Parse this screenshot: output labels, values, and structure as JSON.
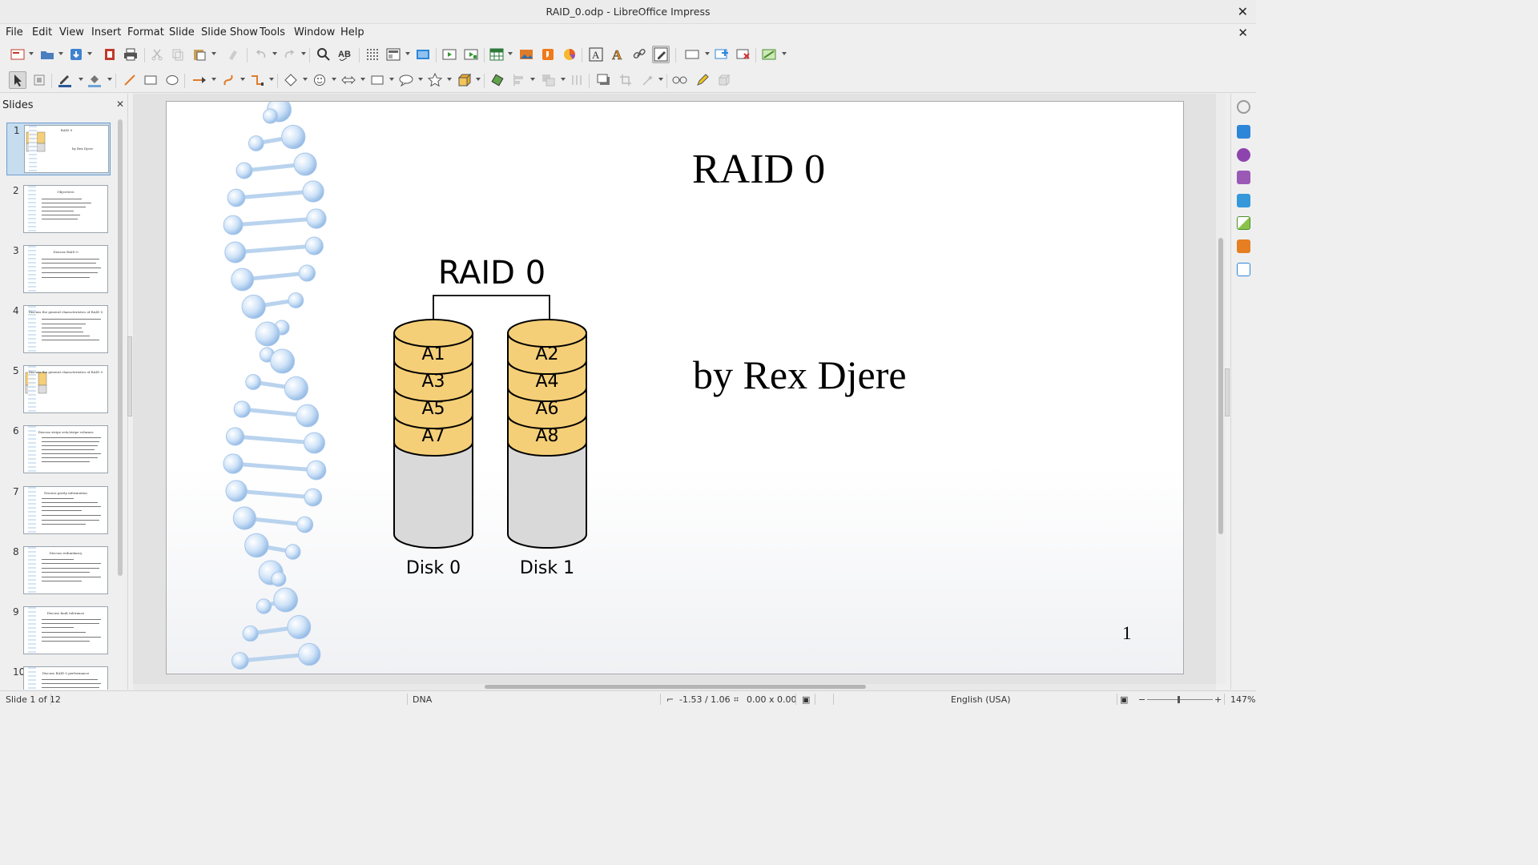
{
  "window": {
    "title": "RAID_0.odp - LibreOffice Impress"
  },
  "menubar": {
    "items": [
      "File",
      "Edit",
      "View",
      "Insert",
      "Format",
      "Slide",
      "Slide Show",
      "Tools",
      "Window",
      "Help"
    ]
  },
  "slides_panel": {
    "header": "Slides",
    "selected_index": 0,
    "thumbnails": [
      {
        "number": "1",
        "title": "RAID 0"
      },
      {
        "number": "2",
        "title": "Objectives"
      },
      {
        "number": "3",
        "title": "Discuss RAID 0"
      },
      {
        "number": "4",
        "title": "Discuss the general characteristics of RAID 0"
      },
      {
        "number": "5",
        "title": "Discuss the general characteristics of RAID 0"
      },
      {
        "number": "6",
        "title": "Discuss stripe sets/stripe volumes"
      },
      {
        "number": "7",
        "title": "Discuss parity information"
      },
      {
        "number": "8",
        "title": "Discuss redundancy"
      },
      {
        "number": "9",
        "title": "Discuss fault tolerance"
      },
      {
        "number": "10",
        "title": "Discuss RAID 0 performance"
      }
    ]
  },
  "slide": {
    "title": "RAID 0",
    "subtitle": "by Rex Djere",
    "page_number": "1",
    "diagram": {
      "title": "RAID 0",
      "disks": [
        {
          "label": "Disk 0",
          "blocks": [
            "A1",
            "A3",
            "A5",
            "A7"
          ]
        },
        {
          "label": "Disk 1",
          "blocks": [
            "A2",
            "A4",
            "A6",
            "A8"
          ]
        }
      ],
      "block_color": "#f5cf77",
      "empty_color": "#d9d9d9"
    }
  },
  "statusbar": {
    "slide_info": "Slide 1 of 12",
    "layout": "DNA",
    "position": "-1.53 / 1.06",
    "size": "0.00 x 0.00",
    "language": "English (USA)",
    "zoom": "147%"
  },
  "colors": {
    "accent": "#6f9ed0",
    "chrome": "#efefef"
  }
}
